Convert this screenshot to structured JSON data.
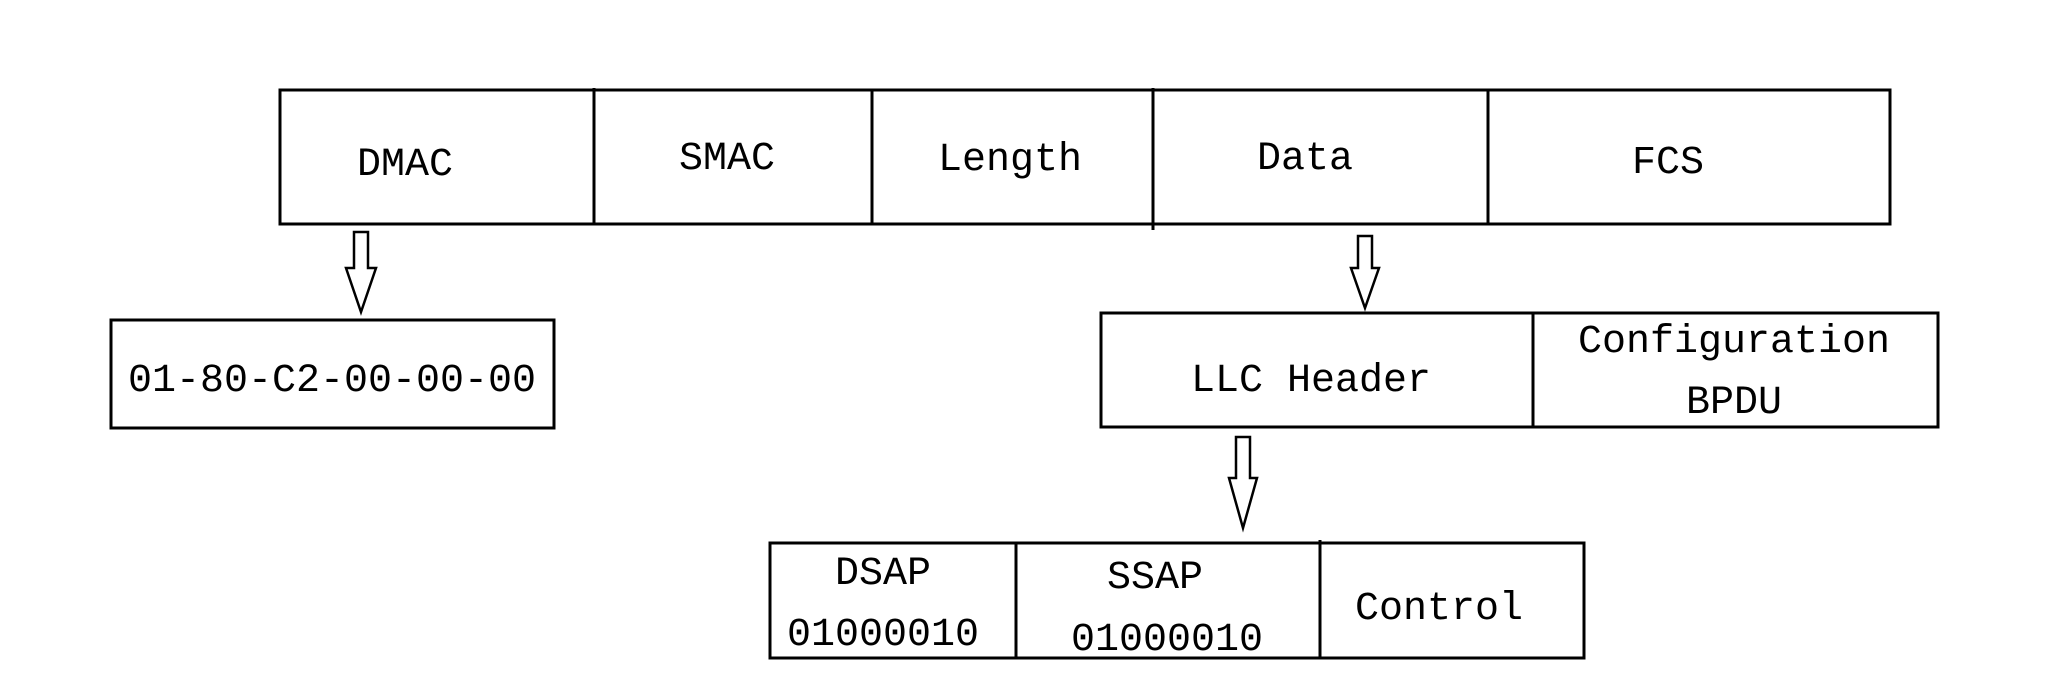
{
  "ethernet_frame": {
    "fields": [
      "DMAC",
      "SMAC",
      "Length",
      "Data",
      "FCS"
    ]
  },
  "dmac_value": "01-80-C2-00-00-00",
  "data_payload": {
    "llc_header": "LLC Header",
    "bpdu_line1": "Configuration",
    "bpdu_line2": "BPDU"
  },
  "llc_header_fields": {
    "dsap_label": "DSAP",
    "dsap_value": "01000010",
    "ssap_label": "SSAP",
    "ssap_value": "01000010",
    "control_label": "Control"
  }
}
